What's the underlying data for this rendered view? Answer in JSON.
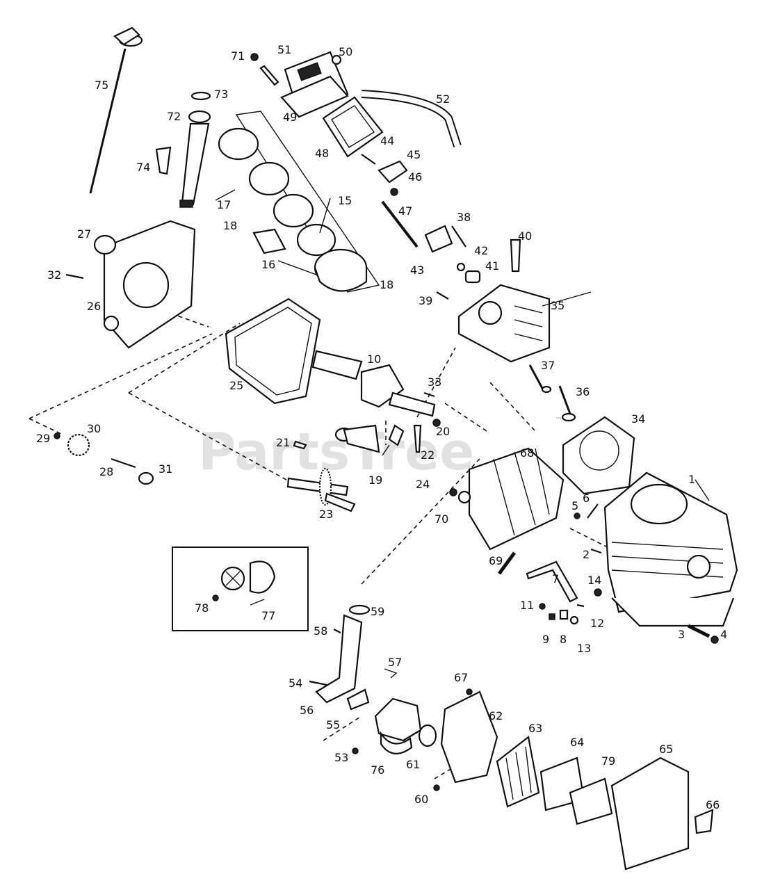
{
  "watermark": "PartsTree",
  "watermark_tm": "™",
  "labels": [
    "1",
    "2",
    "3",
    "4",
    "5",
    "6",
    "7",
    "8",
    "9",
    "10",
    "11",
    "12",
    "13",
    "14",
    "15",
    "16",
    "17",
    "18",
    "18",
    "19",
    "20",
    "21",
    "22",
    "23",
    "24",
    "25",
    "26",
    "27",
    "28",
    "29",
    "30",
    "31",
    "32",
    "33",
    "34",
    "35",
    "36",
    "37",
    "38",
    "39",
    "40",
    "41",
    "42",
    "43",
    "44",
    "45",
    "46",
    "47",
    "48",
    "49",
    "50",
    "51",
    "52",
    "53",
    "54",
    "55",
    "56",
    "57",
    "58",
    "59",
    "60",
    "61",
    "62",
    "63",
    "64",
    "65",
    "66",
    "67",
    "68",
    "69",
    "70",
    "71",
    "72",
    "73",
    "74",
    "75",
    "76",
    "77",
    "78",
    "79"
  ]
}
